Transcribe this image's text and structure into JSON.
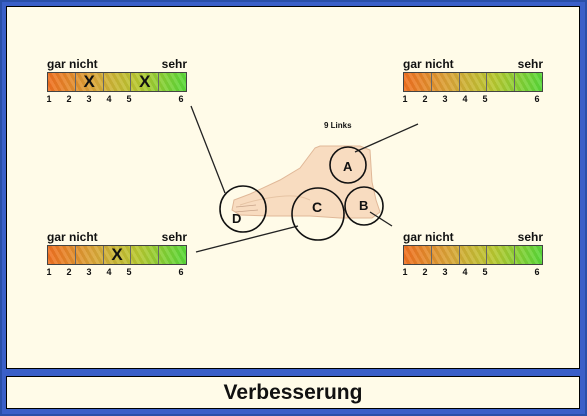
{
  "scale_labels": {
    "low": "gar nicht",
    "high": "sehr"
  },
  "tick_numbers": [
    "1",
    "2",
    "3",
    "4",
    "5",
    "6"
  ],
  "mark_symbol": "X",
  "scales": [
    {
      "id": "top-left",
      "marks": [
        2,
        4
      ]
    },
    {
      "id": "top-right",
      "marks": []
    },
    {
      "id": "bottom-left",
      "marks": [
        3
      ]
    },
    {
      "id": "bottom-right",
      "marks": []
    }
  ],
  "foot": {
    "caption": "9 Links",
    "regions": [
      "A",
      "B",
      "C",
      "D"
    ]
  },
  "footer_title": "Verbesserung",
  "colors": {
    "frame": "#3a5fc8",
    "panel": "#fffbe8",
    "scale_low": "#f07020",
    "scale_high": "#58d838",
    "skin": "#f8dcc0"
  }
}
